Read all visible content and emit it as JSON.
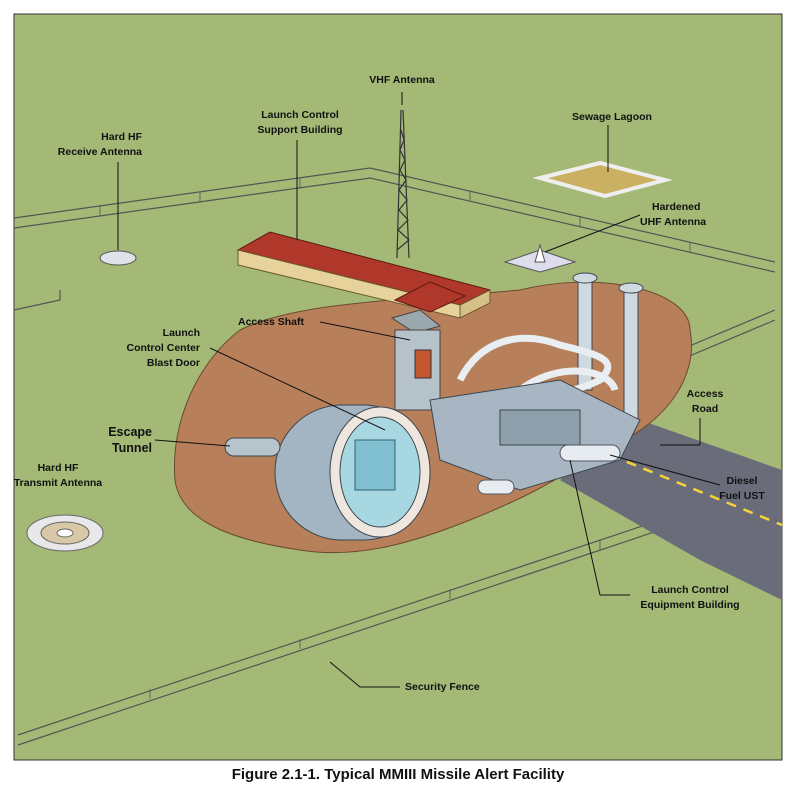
{
  "figure": {
    "caption": "Figure 2.1-1. Typical MMIII Missile Alert Facility",
    "labels": {
      "vhf_antenna": "VHF Antenna",
      "support_building": [
        "Launch Control",
        "Support Building"
      ],
      "hf_receive": [
        "Hard HF",
        "Receive Antenna"
      ],
      "sewage_lagoon": "Sewage Lagoon",
      "uhf_antenna": [
        "Hardened",
        "UHF Antenna"
      ],
      "access_shaft": "Access Shaft",
      "blast_door": [
        "Launch",
        "Control Center",
        "Blast Door"
      ],
      "escape_tunnel": [
        "Escape",
        "Tunnel"
      ],
      "hf_transmit": [
        "Hard HF",
        "Transmit Antenna"
      ],
      "access_road": [
        "Access",
        "Road"
      ],
      "diesel_ust": [
        "Diesel",
        "Fuel UST"
      ],
      "equipment_building": [
        "Launch Control",
        "Equipment Building"
      ],
      "security_fence": "Security Fence"
    },
    "colors": {
      "grass": "#a4b976",
      "soil": "#b8805a",
      "roof": "#b0382a",
      "concrete": "#9fb0bd",
      "road": "#6a6c7a"
    }
  }
}
